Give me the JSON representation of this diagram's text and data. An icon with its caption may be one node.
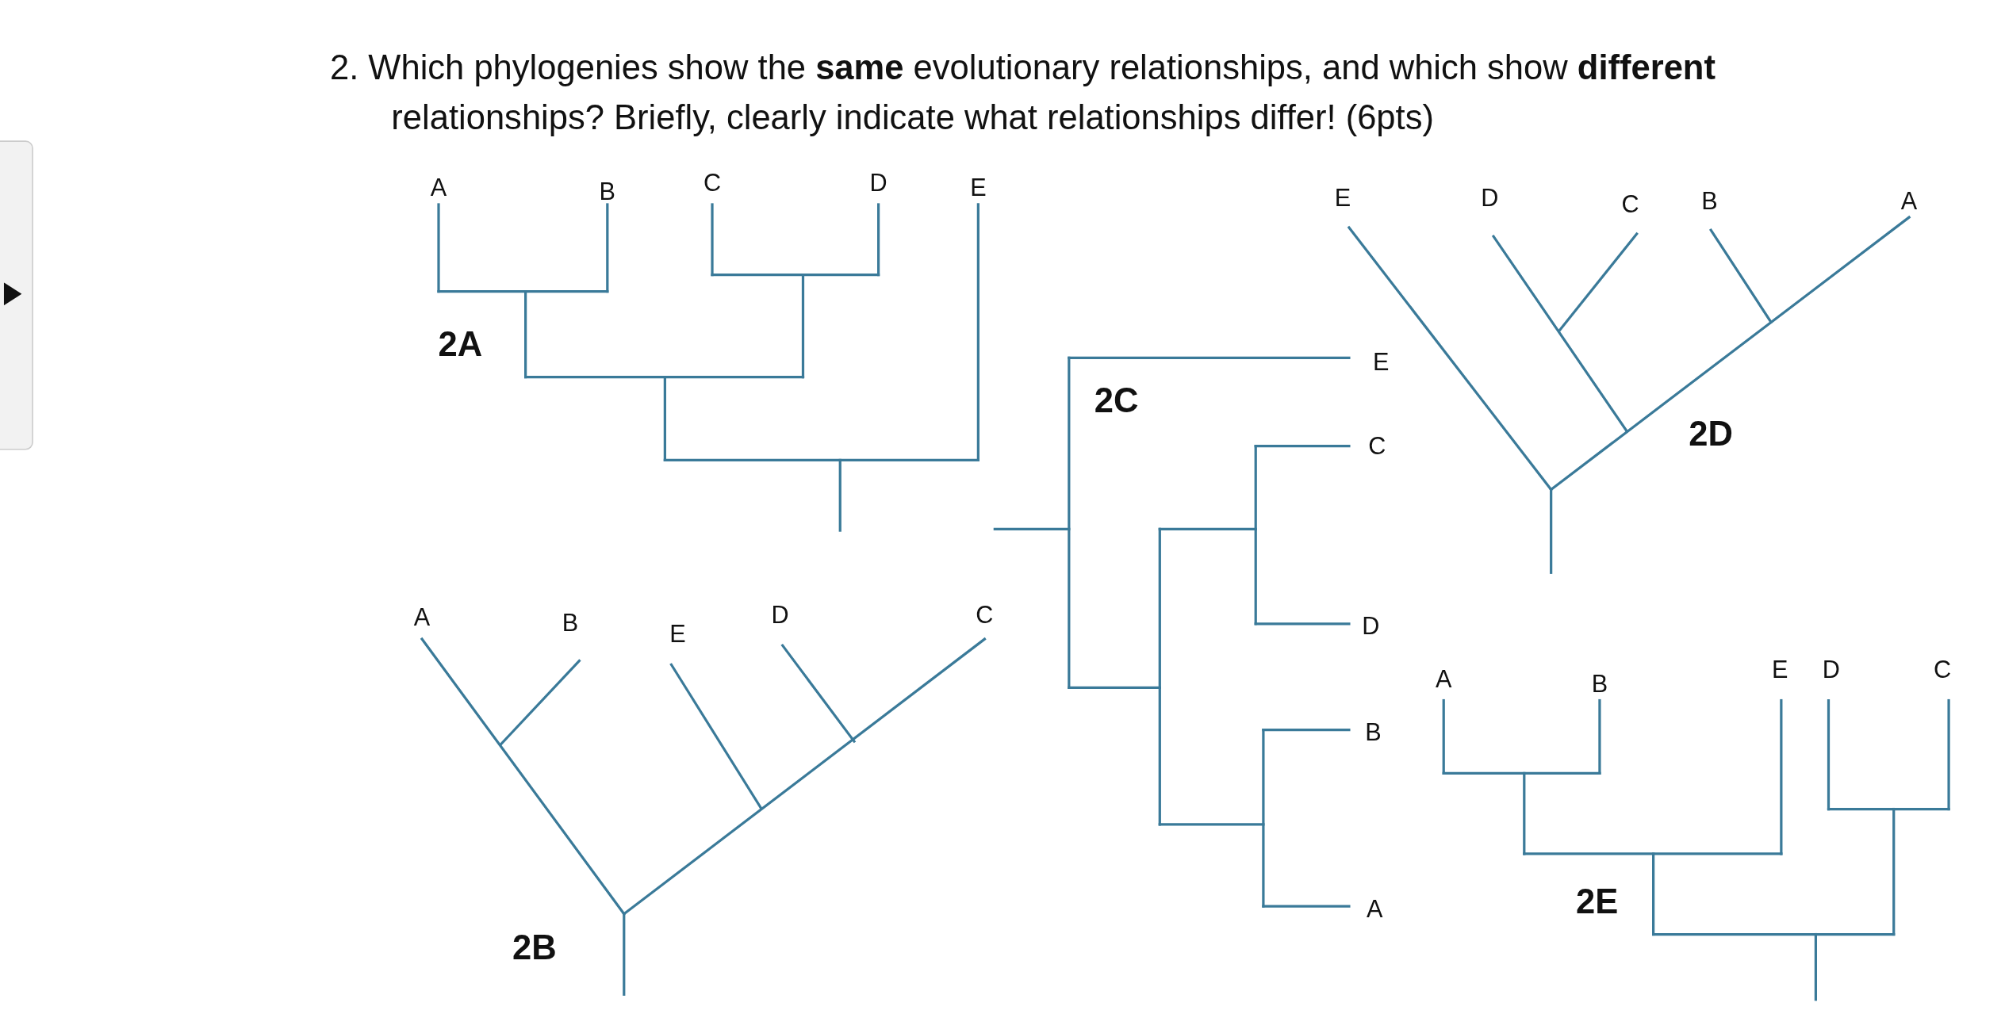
{
  "diagram": {
    "title": "2. Which phylogenies show the **same** evolutionary relationships, and which show **different** relationships? Briefly, clearly indicate what relationships differ! (6pts)",
    "labels": [
      "A",
      "B",
      "C",
      "D",
      "E",
      "2A",
      "A",
      "B",
      "E",
      "D",
      "C",
      "2B",
      "E",
      "2C",
      "C",
      "D",
      "B",
      "A",
      "E",
      "D",
      "C",
      "B",
      "A",
      "2D",
      "A",
      "B",
      "E",
      "D",
      "C",
      "2E"
    ]
  }
}
